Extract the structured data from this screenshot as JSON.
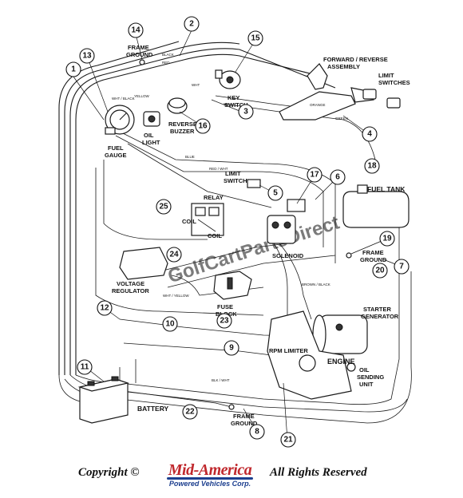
{
  "callouts": [
    "1",
    "2",
    "3",
    "4",
    "5",
    "6",
    "7",
    "8",
    "9",
    "10",
    "11",
    "12",
    "13",
    "14",
    "15",
    "16",
    "17",
    "18",
    "19",
    "20",
    "21",
    "22",
    "23",
    "24",
    "25"
  ],
  "labels": {
    "frame_ground_top": "FRAME\nGROUND",
    "forward_reverse": "FORWARD / REVERSE\nASSEMBLY",
    "limit_switches": "LIMIT\nSWITCHES",
    "key_switch": "KEY\nSWITCH",
    "oil_light": "OIL\nLIGHT",
    "reverse_buzzer": "REVERSE\nBUZZER",
    "fuel_gauge": "FUEL\nGAUGE",
    "limit_switch": "LIMIT\nSWITCH",
    "relay": "RELAY",
    "coil_1": "COIL",
    "coil_2": "COIL",
    "fuel_tank": "FUEL TANK",
    "solenoid": "SOLENOID",
    "voltage_regulator": "VOLTAGE\nREGULATOR",
    "frame_ground_right": "FRAME\nGROUND",
    "fuse_block": "FUSE\nBLOCK",
    "starter_generator": "STARTER\nGENERATOR",
    "rpm_limiter": "RPM LIMITER",
    "engine": "ENGINE",
    "oil_sending_unit": "OIL\nSENDING\nUNIT",
    "battery": "BATTERY",
    "frame_ground_bottom": "FRAME\nGROUND"
  },
  "wire_labels": [
    "BLACK",
    "RED",
    "WHT",
    "WHT / BLACK",
    "YELLOW",
    "ORANGE",
    "GREEN",
    "BLUE",
    "RED / WHT",
    "WHT / YELLOW",
    "BROWN / BLACK",
    "BLK / WHT"
  ],
  "watermark": "GolfCartPartsDirect",
  "footer": {
    "copyright": "Copyright ©",
    "brand_main": "Mid-America",
    "brand_sub": "Powered Vehicles Corp.",
    "rights": "All Rights Reserved"
  },
  "colors": {
    "brand_red": "#c0282d",
    "brand_blue": "#1d3f8f",
    "line": "#1a1a1a",
    "watermark": "#bdbdbd"
  }
}
